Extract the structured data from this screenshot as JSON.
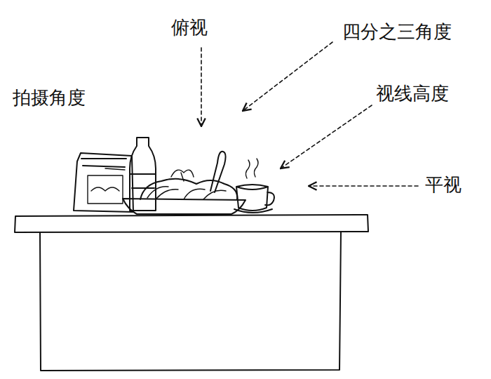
{
  "diagram": {
    "title": "拍摄角度",
    "labels": [
      "俯视",
      "四分之三角度",
      "视线高度",
      "平视"
    ]
  }
}
